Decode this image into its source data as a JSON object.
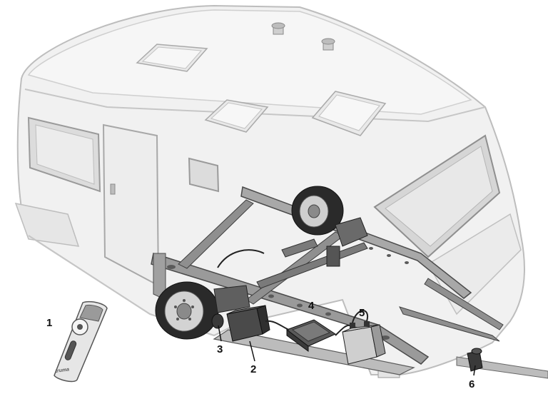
{
  "colors": {
    "shell": "#f1f1f1",
    "shell_line": "#bdbdbd",
    "shell_shadow": "#e2e2e2",
    "window": "#d9d9d9",
    "frame_steel": "#9a9a9a",
    "frame_dark": "#4a4a4a",
    "tyre": "#2a2a2a",
    "hub": "#cfcfcf",
    "text": "#111111"
  },
  "remote": {
    "brand_text": "truma"
  },
  "callouts": [
    {
      "id": "remote-control",
      "label": "1"
    },
    {
      "id": "control-box",
      "label": "2"
    },
    {
      "id": "drive-roller",
      "label": "3"
    },
    {
      "id": "control-unit",
      "label": "4"
    },
    {
      "id": "battery",
      "label": "5"
    },
    {
      "id": "hitch",
      "label": "6"
    }
  ]
}
